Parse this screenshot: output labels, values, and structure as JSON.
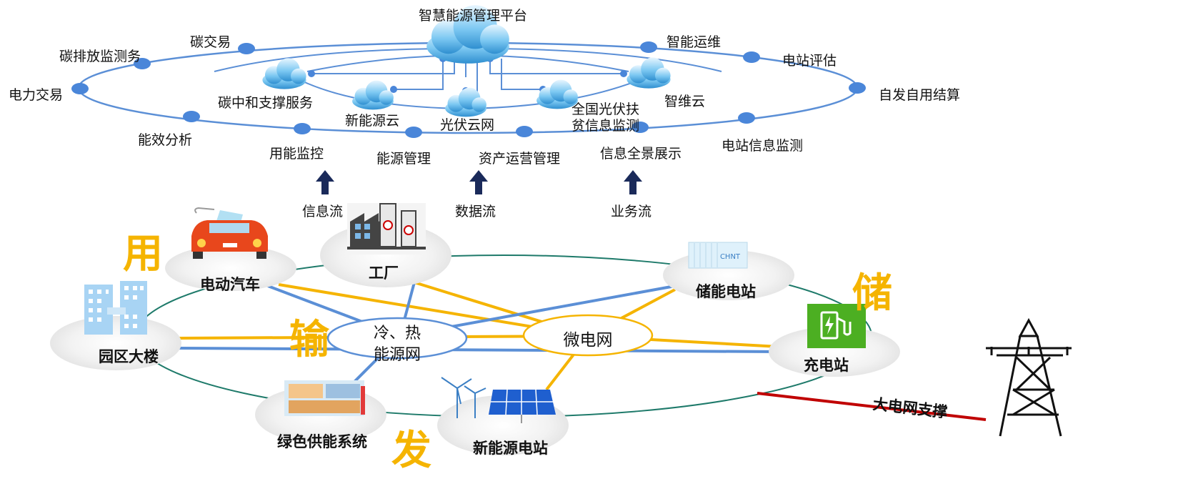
{
  "platform": {
    "title": "智慧能源管理平台",
    "ring_labels": [
      "碳交易",
      "碳排放监测务",
      "电力交易",
      "能效分析",
      "用能监控",
      "能源管理",
      "资产运营管理",
      "信息全景展示",
      "电站信息监测",
      "自发自用结算",
      "电站评估",
      "智能运维"
    ],
    "clouds": {
      "carbon": "碳中和支撑服务",
      "newenergy": "新能源云",
      "pv": "光伏云网",
      "poverty_line1": "全国光伏扶",
      "poverty_line2": "贫信息监测",
      "maint": "智维云"
    }
  },
  "flows": [
    "信息流",
    "数据流",
    "业务流"
  ],
  "nodes": {
    "ev": "电动汽车",
    "factory": "工厂",
    "storage": "储能电站",
    "charging": "充电站",
    "park": "园区大楼",
    "green": "绿色供能系统",
    "newplant": "新能源电站",
    "cold_heat_line1": "冷、热",
    "cold_heat_line2": "能源网",
    "microgrid": "微电网",
    "container_brand": "CHNT"
  },
  "big_chars": {
    "use": "用",
    "transmit": "输",
    "store": "储",
    "generate": "发"
  },
  "grid_support": "大电网支撑",
  "colors": {
    "ring_blue": "#5b8fd6",
    "dot_blue": "#4a86d9",
    "yellow": "#f5b400",
    "teal": "#1e7a6a",
    "red": "#c00000",
    "arrow": "#1a2a5a"
  }
}
